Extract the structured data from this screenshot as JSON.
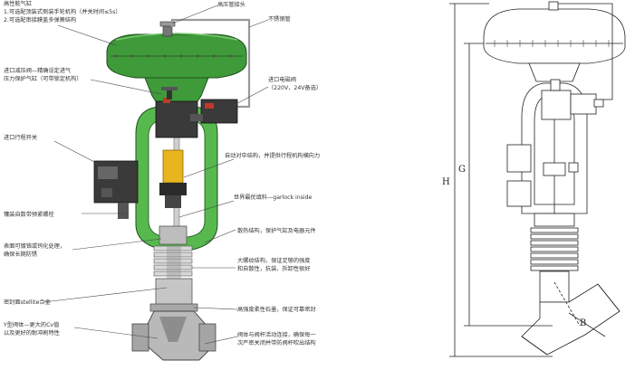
{
  "labels": {
    "top_title": "高性能气缸",
    "top_line1": "1.可选配顶装式侧装手轮机构（并关时间≤5s）",
    "top_line2": "2.可选配串接膜盖多弹簧结构",
    "high_pressure_tube": "高压管接头",
    "stainless_tube": "不锈钢管",
    "air_filter_reducer_1": "进口减压阀—精确设定进气",
    "air_filter_reducer_2": "压力保护气缸（可带锁定机构）",
    "solenoid_1": "进口电磁阀",
    "solenoid_2": "（220V、24V备选）",
    "limit_switch": "进口行程开关",
    "self_align": "自动对中结构，并提供行程机构横向力",
    "packing": "世界最优填料—garlock inside",
    "yoke_bolt": "镶装自数带预紧螺栓",
    "heat_sink": "散热结构，保护气缸及电器元件",
    "stem_surface_1": "表面可镀铬或钨化处理，",
    "stem_surface_2": "确保长期防锈",
    "bellows_1": "大螺纹结构，保证足够的强度",
    "bellows_2": "和自散性，抗装、拆卸性很好",
    "seal_seat": "密封面stellite合金",
    "graphite_gasket": "高强度柔性石墨，保证可靠密封",
    "body_y_1": "Y型阀体—更大的Cv值",
    "body_y_2": "以及更好的耐冲刷特性",
    "flange_1": "阀体与阀杆活动连接，确保每一",
    "flange_2": "次严密关闭并带防阀杆吹出结构"
  },
  "dimensions": {
    "h": "H",
    "g": "G",
    "b": "B"
  },
  "colors": {
    "actuator_green": "#3f9a3a",
    "actuator_dark": "#2c6e29",
    "yoke_green": "#57b94d",
    "stem_yellow": "#e8b51f",
    "body_gray": "#b9b9b9",
    "dark_block": "#3a3a3a",
    "accent_red": "#c0392b"
  }
}
